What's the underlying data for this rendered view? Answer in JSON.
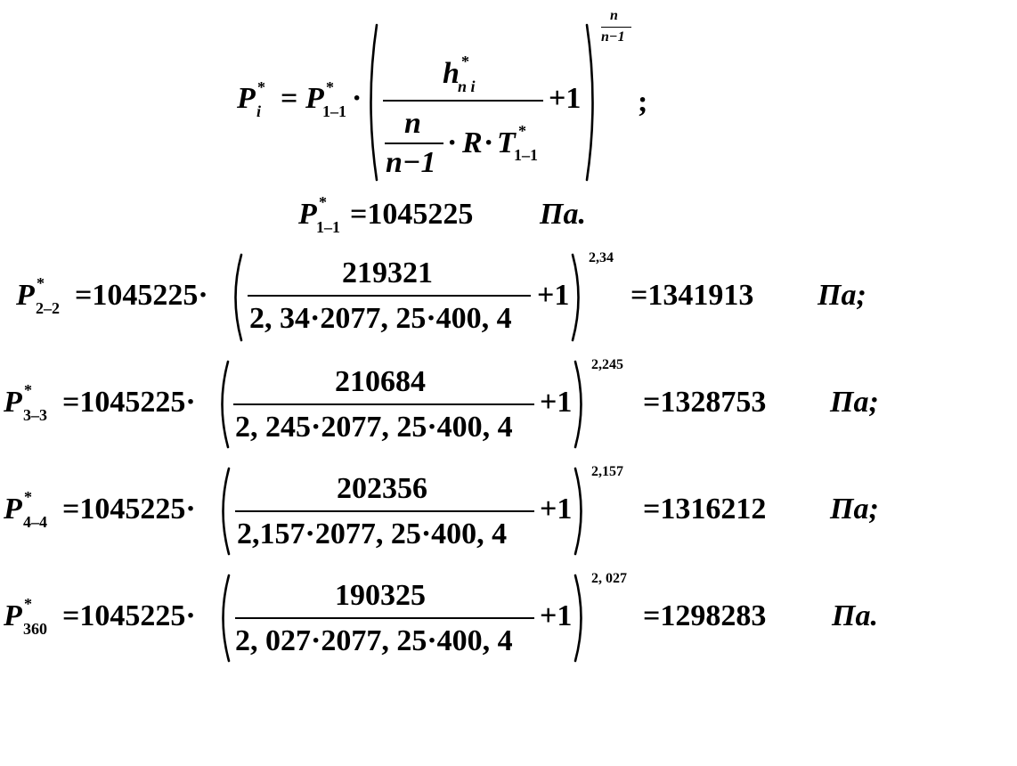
{
  "general": {
    "lhs": {
      "P": "P",
      "star": "*",
      "sub": "i"
    },
    "eq": "=",
    "coef": {
      "P": "P",
      "star": "*",
      "sub": "1–1"
    },
    "dot": "·",
    "num": {
      "h": "h",
      "star": "*",
      "sub": "n i"
    },
    "den": {
      "n_num": "n",
      "n_den": "n−1",
      "R": "R",
      "T": "T",
      "T_star": "*",
      "T_sub": "1–1"
    },
    "plus": "+1",
    "exp": {
      "num": "n",
      "den": "n−1"
    },
    "semicolon": ";"
  },
  "given": {
    "P": "P",
    "star": "*",
    "sub": "1–1",
    "eq": "=1045225",
    "unit": "Па."
  },
  "rows": [
    {
      "sub": "2–2",
      "coef": "=1045225·",
      "numerator": "219321",
      "denominator": "2, 34·2077, 25·400, 4",
      "plus": "+1",
      "exponent": "2,34",
      "result": "=1341913",
      "unit": "Па;"
    },
    {
      "sub": "3–3",
      "coef": "=1045225·",
      "numerator": "210684",
      "denominator": "2, 245·2077, 25·400, 4",
      "plus": "+1",
      "exponent": "2,245",
      "result": "=1328753",
      "unit": "Па;"
    },
    {
      "sub": "4–4",
      "coef": "=1045225·",
      "numerator": "202356",
      "denominator": "2,157·2077, 25·400, 4",
      "plus": "+1",
      "exponent": "2,157",
      "result": "=1316212",
      "unit": "Па;"
    },
    {
      "sub": "360",
      "coef": "=1045225·",
      "numerator": "190325",
      "denominator": "2, 027·2077, 25·400, 4",
      "plus": "+1",
      "exponent": "2, 027",
      "result": "=1298283",
      "unit": "Па."
    }
  ]
}
